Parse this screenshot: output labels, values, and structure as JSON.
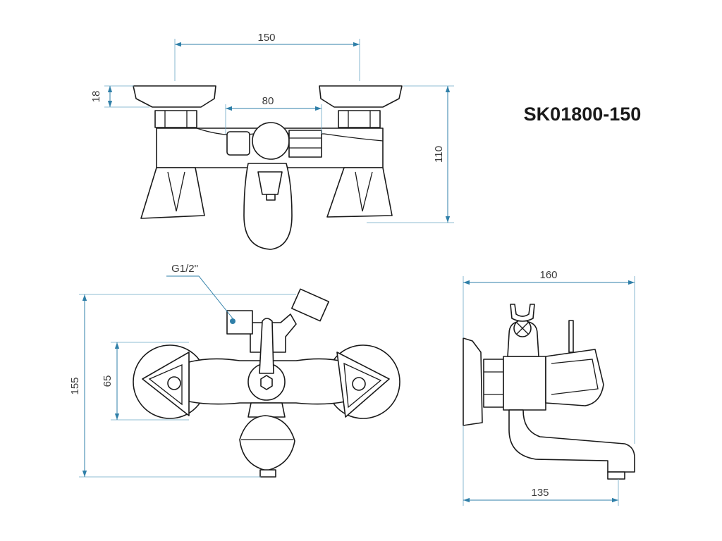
{
  "model_code": "SK01800-150",
  "top_view": {
    "dim_width": "150",
    "dim_spout": "80",
    "dim_handle_height": "18",
    "dim_height": "110"
  },
  "front_view": {
    "dim_height": "155",
    "dim_handle": "65",
    "port_label": "G1/2\""
  },
  "side_view": {
    "dim_depth": "160",
    "dim_spout_reach": "135"
  },
  "colors": {
    "dimension": "#2f7fa8",
    "outline": "#1a1a1a"
  }
}
